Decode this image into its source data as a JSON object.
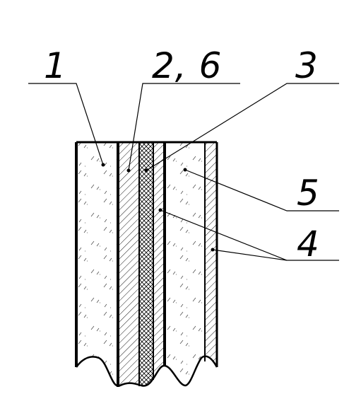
{
  "callouts": [
    {
      "id": "layer-1",
      "label": "1"
    },
    {
      "id": "layer-2-6",
      "label": "2, 6"
    },
    {
      "id": "layer-3",
      "label": "3"
    },
    {
      "id": "layer-5",
      "label": "5"
    },
    {
      "id": "layer-4",
      "label": "4"
    }
  ],
  "colors": {
    "ink": "#000000",
    "background": "#ffffff"
  }
}
